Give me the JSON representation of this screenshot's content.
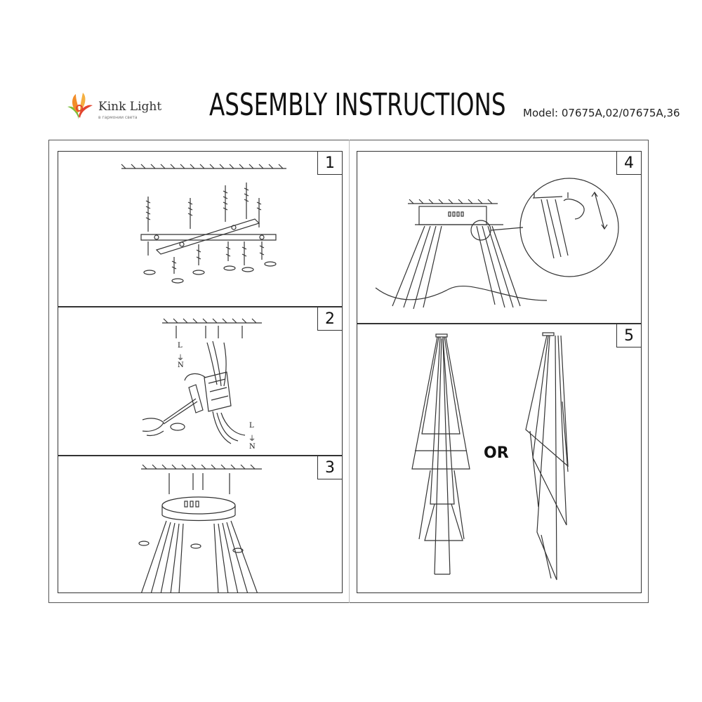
{
  "header": {
    "brand_name": "Kink Light",
    "brand_tagline": "в гармонии света",
    "title": "ASSEMBLY INSTRUCTIONS",
    "model": "Model: 07675A,02/07675A,36"
  },
  "steps": [
    {
      "number": "1"
    },
    {
      "number": "2",
      "wire_labels_top": [
        "L",
        "⏚",
        "N"
      ],
      "wire_labels_bottom": [
        "L",
        "⏚",
        "N"
      ]
    },
    {
      "number": "3"
    },
    {
      "number": "4"
    },
    {
      "number": "5",
      "or_label": "OR"
    }
  ],
  "colors": {
    "line": "#333333",
    "background": "#ffffff",
    "logo_orange": "#f28c28",
    "logo_green": "#7cbf3a",
    "logo_red": "#e2452f"
  }
}
